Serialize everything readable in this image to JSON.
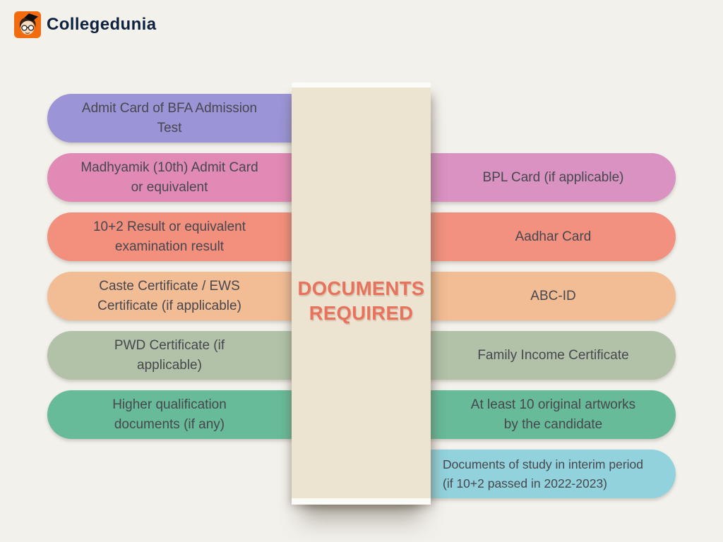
{
  "canvas": {
    "bg": "#f3f1ec"
  },
  "brand": {
    "name": "Collegedunia",
    "logo_bg": "#f26c0f",
    "text_color": "#0e2240"
  },
  "panel": {
    "paper_color": "#ece3d0",
    "edge_color": "#fbfbf8"
  },
  "title": {
    "lines": [
      "DOCUMENTS",
      "REQUIRED"
    ],
    "color": "#e8735d"
  },
  "pills": {
    "left": [
      {
        "text": [
          "Admit Card of BFA Admission",
          "Test"
        ],
        "color": "#9b94d6"
      },
      {
        "text": [
          "Madhyamik (10th) Admit Card",
          "or equivalent"
        ],
        "color": "#e18ab6"
      },
      {
        "text": [
          "10+2 Result or equivalent",
          "examination result"
        ],
        "color": "#f28f7d"
      },
      {
        "text": [
          "Caste Certificate / EWS",
          "Certificate (if applicable)"
        ],
        "color": "#f2bc95"
      },
      {
        "text": [
          "PWD Certificate (if",
          "applicable)"
        ],
        "color": "#b1c2a9"
      },
      {
        "text": [
          "Higher qualification",
          "documents (if any)"
        ],
        "color": "#68bb99"
      }
    ],
    "right": [
      {
        "text": "BPL Card (if applicable)",
        "color": "#d992c2"
      },
      {
        "text": "Aadhar Card",
        "color": "#f29180"
      },
      {
        "text": "ABC-ID",
        "color": "#f2bc95"
      },
      {
        "text": "Family Income Certificate",
        "color": "#b1c2a9"
      },
      {
        "text": [
          "At least 10 original artworks",
          "by the candidate"
        ],
        "color": "#68bb99"
      },
      {
        "text": [
          "Documents of study in interim period",
          "(if 10+2 passed in 2022-2023)"
        ],
        "color": "#92d2dc"
      }
    ]
  }
}
